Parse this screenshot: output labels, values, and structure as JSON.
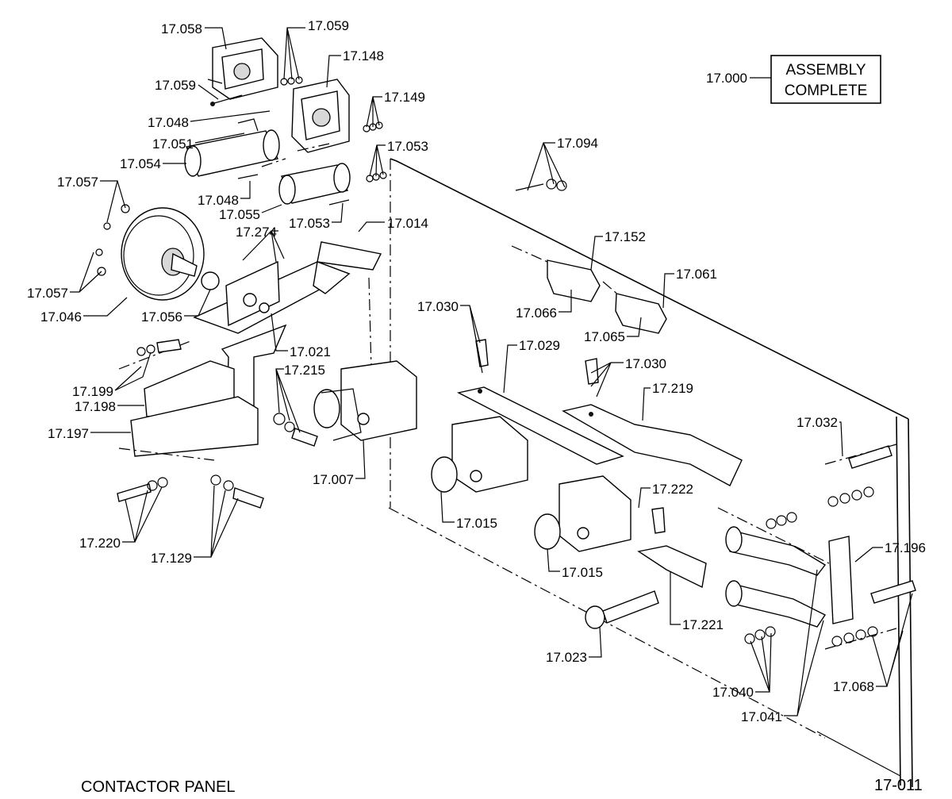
{
  "title": "CONTACTOR  PANEL",
  "page_number": "17-011",
  "assembly_box": {
    "number": "17.000",
    "line1": "ASSEMBLY",
    "line2": "COMPLETE"
  },
  "callouts": [
    "17.058",
    "17.059",
    "17.059",
    "17.148",
    "17.149",
    "17.048",
    "17.051",
    "17.054",
    "17.053",
    "17.048",
    "17.055",
    "17.053",
    "17.014",
    "17.057",
    "17.274",
    "17.057",
    "17.046",
    "17.056",
    "17.021",
    "17.199",
    "17.198",
    "17.197",
    "17.215",
    "17.007",
    "17.220",
    "17.129",
    "17.094",
    "17.152",
    "17.061",
    "17.066",
    "17.065",
    "17.030",
    "17.029",
    "17.030",
    "17.219",
    "17.015",
    "17.015",
    "17.222",
    "17.023",
    "17.221",
    "17.032",
    "17.196",
    "17.040",
    "17.041",
    "17.068"
  ]
}
